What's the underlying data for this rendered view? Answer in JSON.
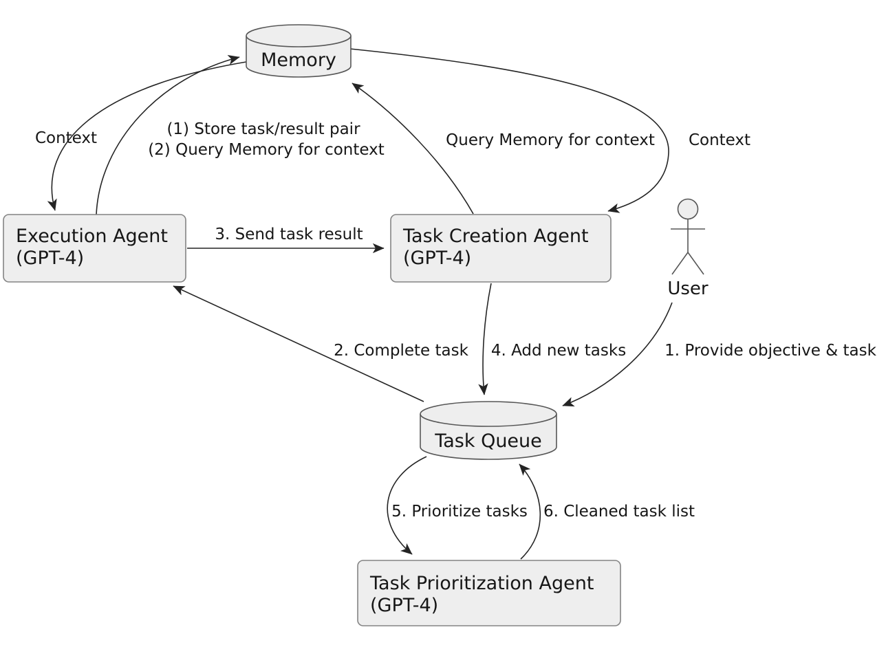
{
  "diagram": {
    "kind": "agent-architecture-flow",
    "colors": {
      "background": "#ffffff",
      "node_fill": "#eeeeee",
      "cylinder_stroke": "#565656",
      "box_stroke": "#848484",
      "edge_stroke": "#242424",
      "text": "#161616"
    },
    "nodes": {
      "memory": {
        "label": "Memory",
        "shape": "cylinder"
      },
      "execution_agent": {
        "label": "Execution Agent",
        "sublabel": "(GPT-4)",
        "shape": "box"
      },
      "task_creation_agent": {
        "label": "Task Creation Agent",
        "sublabel": "(GPT-4)",
        "shape": "box"
      },
      "user": {
        "label": "User",
        "shape": "actor"
      },
      "task_queue": {
        "label": "Task Queue",
        "shape": "cylinder"
      },
      "task_prioritization_agent": {
        "label": "Task Prioritization Agent",
        "sublabel": "(GPT-4)",
        "shape": "box"
      }
    },
    "edges": {
      "memory_to_execution": {
        "from": "memory",
        "to": "execution_agent",
        "label": "Context"
      },
      "execution_to_memory": {
        "from": "execution_agent",
        "to": "memory",
        "label_line1": "(1) Store task/result pair",
        "label_line2": "(2) Query Memory for context"
      },
      "task_creation_to_memory": {
        "from": "task_creation_agent",
        "to": "memory",
        "label": "Query Memory for context"
      },
      "memory_to_task_creation": {
        "from": "memory",
        "to": "task_creation_agent",
        "label": "Context"
      },
      "execution_to_task_creation": {
        "from": "execution_agent",
        "to": "task_creation_agent",
        "label": "3. Send task result"
      },
      "task_queue_to_execution": {
        "from": "task_queue",
        "to": "execution_agent",
        "label": "2. Complete task"
      },
      "task_creation_to_task_queue": {
        "from": "task_creation_agent",
        "to": "task_queue",
        "label": "4. Add new tasks"
      },
      "user_to_task_queue": {
        "from": "user",
        "to": "task_queue",
        "label": "1. Provide objective & task"
      },
      "task_queue_to_prioritization": {
        "from": "task_queue",
        "to": "task_prioritization_agent",
        "label": "5. Prioritize tasks"
      },
      "prioritization_to_task_queue": {
        "from": "task_prioritization_agent",
        "to": "task_queue",
        "label": "6. Cleaned task list"
      }
    }
  }
}
